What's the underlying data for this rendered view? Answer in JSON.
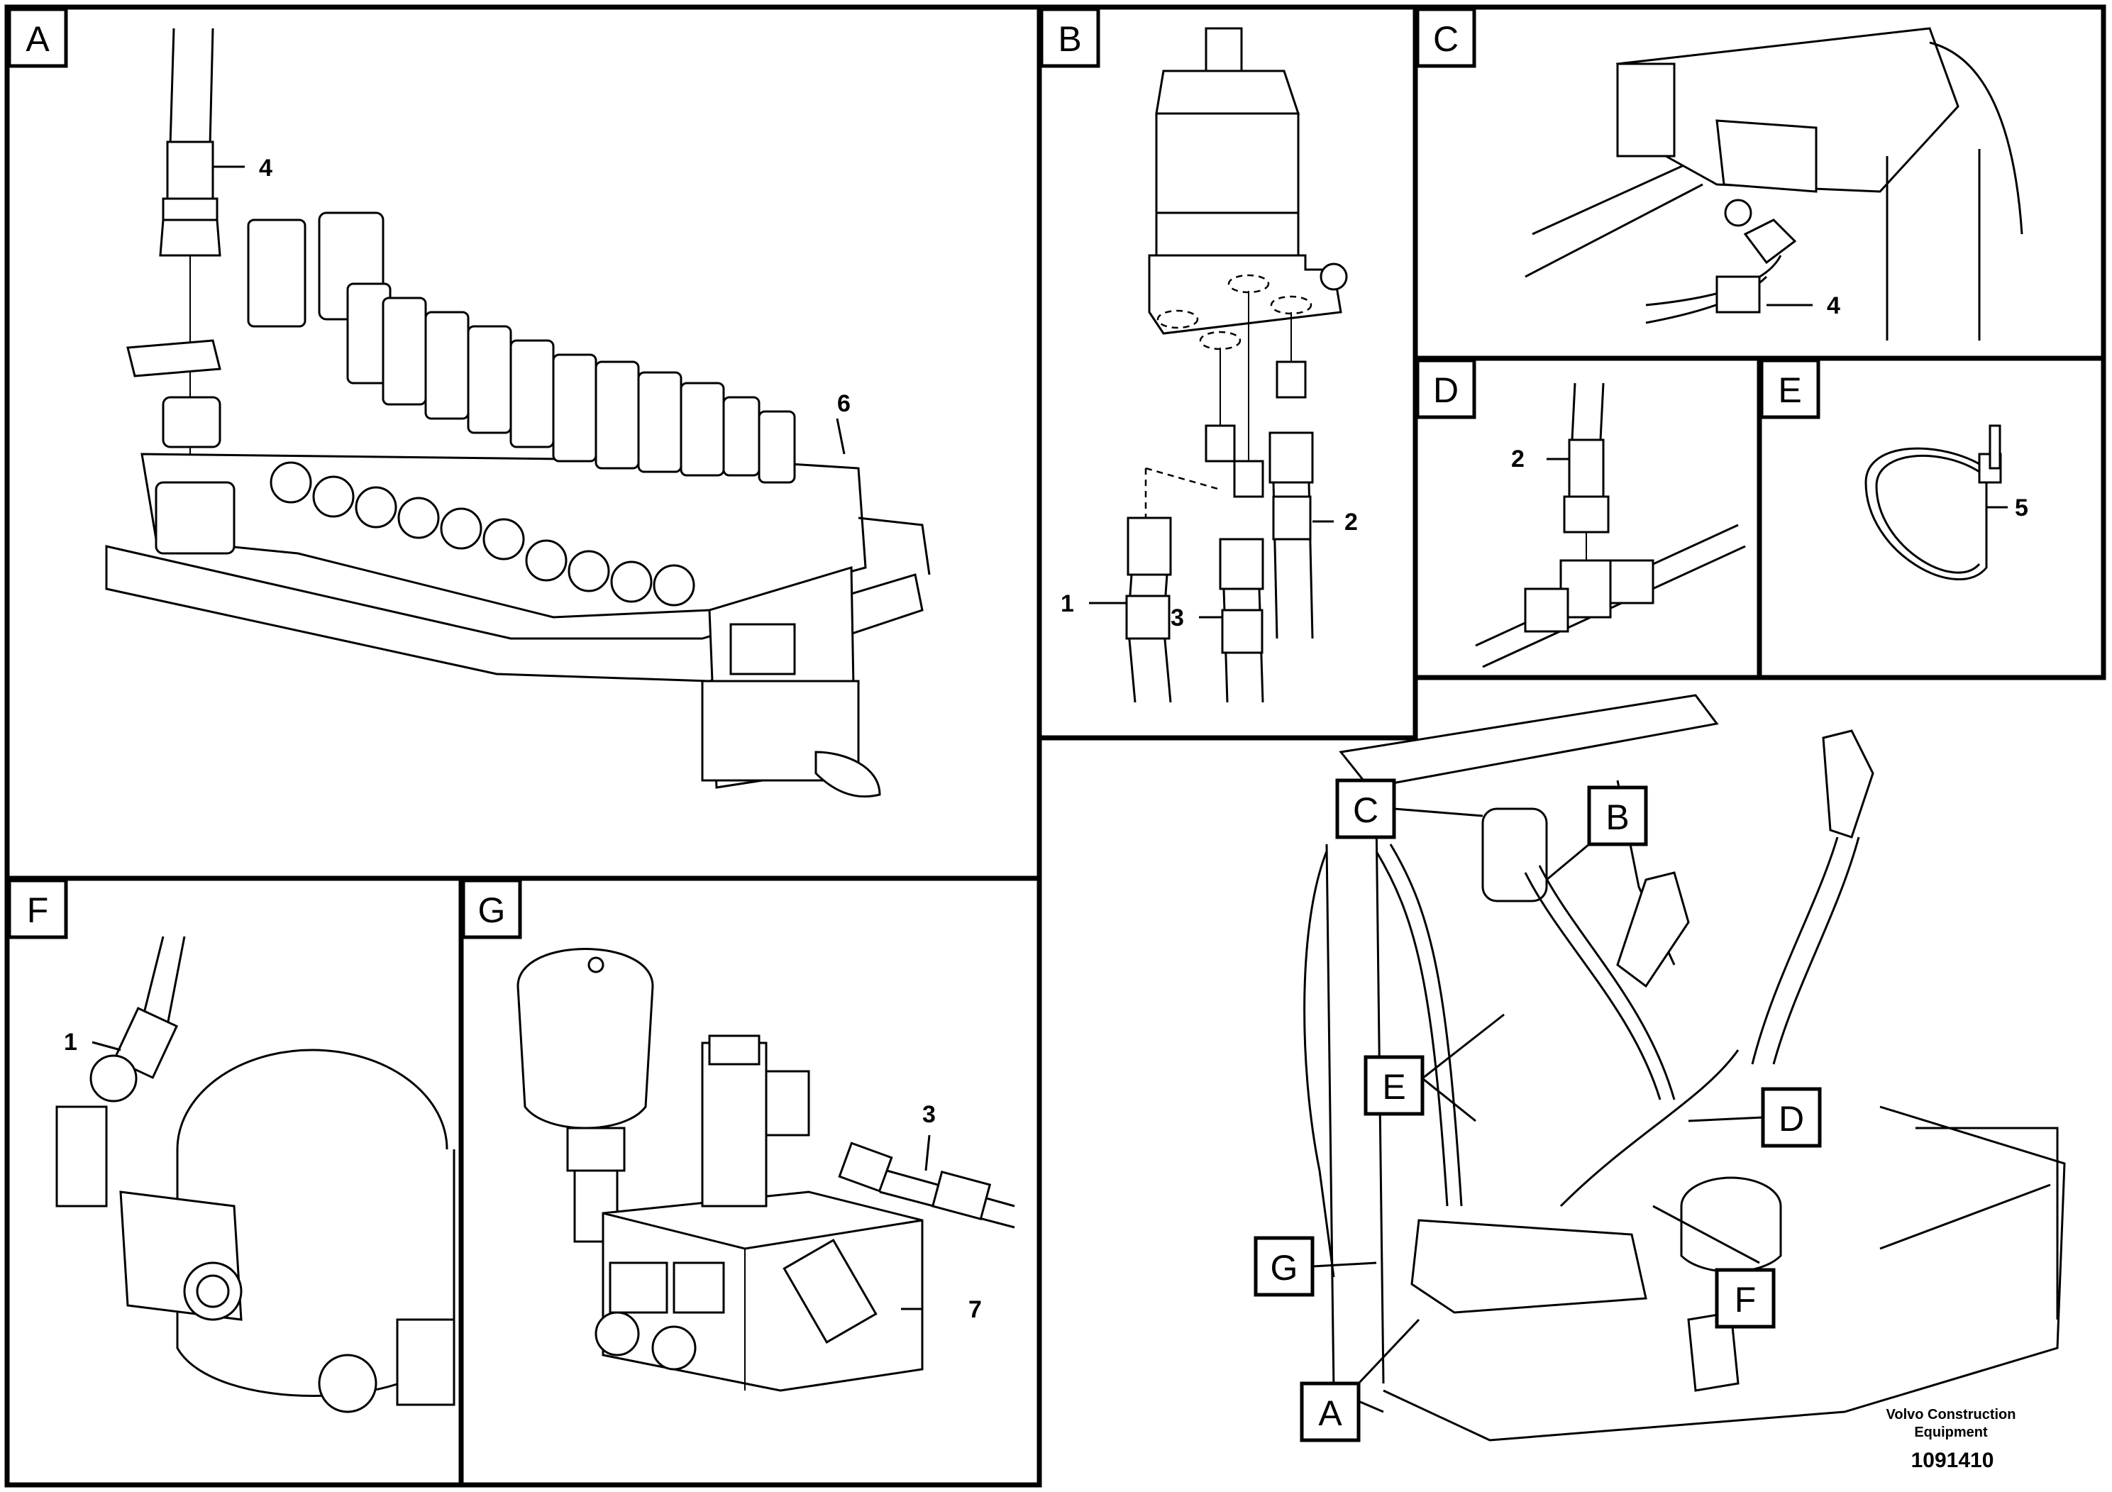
{
  "panels": {
    "a": {
      "letter": "A"
    },
    "b": {
      "letter": "B"
    },
    "c": {
      "letter": "C"
    },
    "d": {
      "letter": "D"
    },
    "e": {
      "letter": "E"
    },
    "f": {
      "letter": "F"
    },
    "g": {
      "letter": "G"
    }
  },
  "callouts": {
    "a_hose": "4",
    "a_valve": "6",
    "b_hose1": "1",
    "b_hose2": "2",
    "b_hose3": "3",
    "c_hose": "4",
    "d_hose": "2",
    "e_tie": "5",
    "f_hose": "1",
    "g_hose": "3",
    "g_block": "7"
  },
  "overview_labels": {
    "c": "C",
    "b": "B",
    "e": "E",
    "d": "D",
    "g": "G",
    "f": "F",
    "a": "A"
  },
  "footer": {
    "company_line1": "Volvo Construction",
    "company_line2": "Equipment",
    "doc_number": "1091410"
  }
}
